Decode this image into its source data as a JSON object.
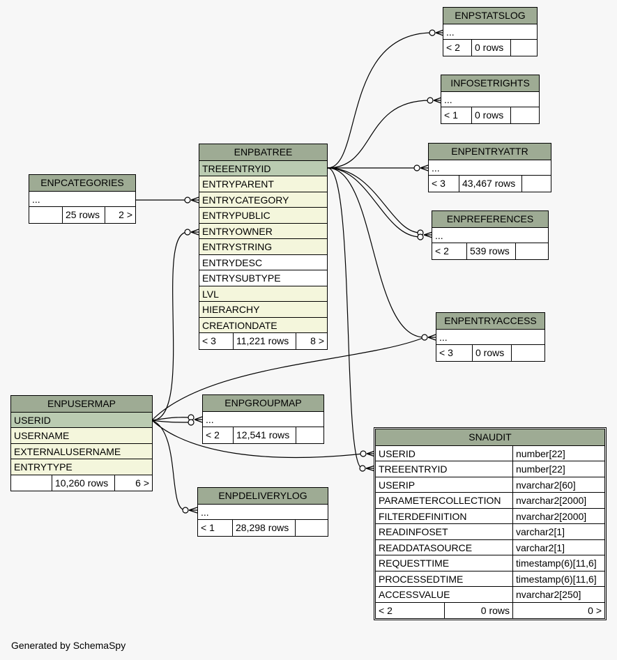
{
  "tables": {
    "enpstatslog": {
      "name": "ENPSTATSLOG",
      "placeholder": "...",
      "footer": [
        "< 2",
        "0 rows",
        ""
      ]
    },
    "infosetrights": {
      "name": "INFOSETRIGHTS",
      "placeholder": "...",
      "footer": [
        "< 1",
        "0 rows",
        ""
      ]
    },
    "enpentryattr": {
      "name": "ENPENTRYATTR",
      "placeholder": "...",
      "footer": [
        "< 3",
        "43,467 rows",
        ""
      ]
    },
    "enppreferences": {
      "name": "ENPREFERENCES",
      "placeholder": "...",
      "footer": [
        "< 2",
        "539 rows",
        ""
      ]
    },
    "enpentryaccess": {
      "name": "ENPENTRYACCESS",
      "placeholder": "...",
      "footer": [
        "< 3",
        "0 rows",
        ""
      ]
    },
    "enpcategories": {
      "name": "ENPCATEGORIES",
      "placeholder": "...",
      "footer": [
        "",
        "25 rows",
        "2 >"
      ]
    },
    "enpbatree": {
      "name": "ENPBATREE",
      "columns": [
        "TREEENTRYID",
        "ENTRYPARENT",
        "ENTRYCATEGORY",
        "ENTRYPUBLIC",
        "ENTRYOWNER",
        "ENTRYSTRING",
        "ENTRYDESC",
        "ENTRYSUBTYPE",
        "LVL",
        "HIERARCHY",
        "CREATIONDATE"
      ],
      "footer": [
        "< 3",
        "11,221 rows",
        "8 >"
      ]
    },
    "enpusermap": {
      "name": "ENPUSERMAP",
      "columns": [
        "USERID",
        "USERNAME",
        "EXTERNALUSERNAME",
        "ENTRYTYPE"
      ],
      "footer": [
        "",
        "10,260 rows",
        "6 >"
      ]
    },
    "enpgroupmap": {
      "name": "ENPGROUPMAP",
      "placeholder": "...",
      "footer": [
        "< 2",
        "12,541 rows",
        ""
      ]
    },
    "enpdeliverylog": {
      "name": "ENPDELIVERYLOG",
      "placeholder": "...",
      "footer": [
        "< 1",
        "28,298 rows",
        ""
      ]
    },
    "snaudit": {
      "name": "SNAUDIT",
      "columns": [
        {
          "name": "USERID",
          "type": "number[22]"
        },
        {
          "name": "TREEENTRYID",
          "type": "number[22]"
        },
        {
          "name": "USERIP",
          "type": "nvarchar2[60]"
        },
        {
          "name": "PARAMETERCOLLECTION",
          "type": "nvarchar2[2000]"
        },
        {
          "name": "FILTERDEFINITION",
          "type": "nvarchar2[2000]"
        },
        {
          "name": "READINFOSET",
          "type": "varchar2[1]"
        },
        {
          "name": "READDATASOURCE",
          "type": "varchar2[1]"
        },
        {
          "name": "REQUESTTIME",
          "type": "timestamp(6)[11,6]"
        },
        {
          "name": "PROCESSEDTIME",
          "type": "timestamp(6)[11,6]"
        },
        {
          "name": "ACCESSVALUE",
          "type": "nvarchar2[250]"
        }
      ],
      "footer": [
        "< 2",
        "0 rows",
        "0 >"
      ]
    }
  },
  "credit": "Generated by SchemaSpy"
}
